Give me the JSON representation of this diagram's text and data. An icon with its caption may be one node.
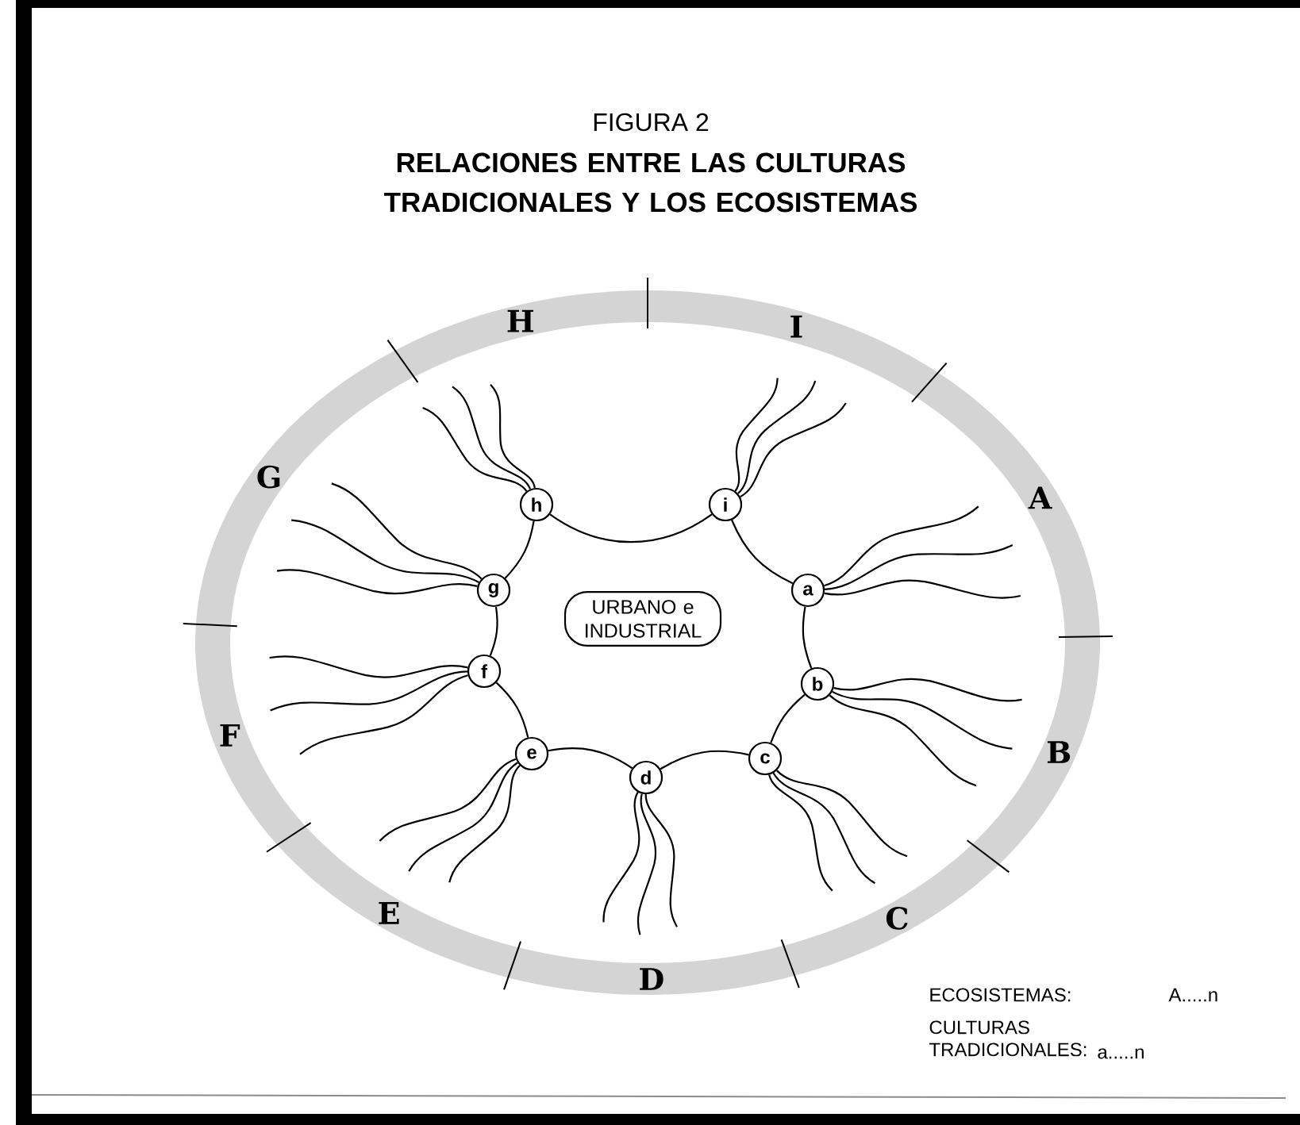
{
  "diagram": {
    "title": "RELACIONES ENTRE LAS CULTURAS TRADICIONALES Y LOS ECOSISTEMAS",
    "nodes": [
      {
        "text": [
          "A"
        ]
      },
      {
        "text": [
          "B"
        ]
      },
      {
        "text": [
          "C"
        ]
      },
      {
        "text": [
          "D"
        ]
      },
      {
        "text": [
          "E"
        ]
      },
      {
        "text": [
          "F"
        ]
      },
      {
        "text": [
          "G"
        ]
      },
      {
        "text": [
          "H"
        ]
      },
      {
        "text": [
          "I"
        ]
      },
      {
        "text": [
          "a"
        ]
      },
      {
        "text": [
          "b"
        ]
      },
      {
        "text": [
          "c"
        ]
      },
      {
        "text": [
          "d"
        ]
      },
      {
        "text": [
          "e"
        ]
      },
      {
        "text": [
          "f"
        ]
      },
      {
        "text": [
          "g"
        ]
      },
      {
        "text": [
          "h"
        ]
      },
      {
        "text": [
          "i"
        ]
      },
      {
        "text": [
          "URBANO e INDUSTRIAL"
        ]
      }
    ],
    "edges": [
      {
        "from": 9,
        "to": 10,
        "arrow": "none"
      },
      {
        "from": 10,
        "to": 11,
        "arrow": "none"
      },
      {
        "from": 11,
        "to": 12,
        "arrow": "none"
      },
      {
        "from": 12,
        "to": 13,
        "arrow": "none"
      },
      {
        "from": 13,
        "to": 14,
        "arrow": "none"
      },
      {
        "from": 14,
        "to": 15,
        "arrow": "none"
      },
      {
        "from": 15,
        "to": 16,
        "arrow": "none"
      },
      {
        "from": 16,
        "to": 17,
        "arrow": "none"
      },
      {
        "from": 17,
        "to": 9,
        "arrow": "none"
      },
      {
        "from": 9,
        "to": null,
        "arrow": "none"
      },
      {
        "from": 9,
        "to": null,
        "arrow": "none"
      },
      {
        "from": 9,
        "to": null,
        "arrow": "none"
      },
      {
        "from": 10,
        "to": null,
        "arrow": "none"
      },
      {
        "from": 10,
        "to": null,
        "arrow": "none"
      },
      {
        "from": 10,
        "to": null,
        "arrow": "none"
      },
      {
        "from": 11,
        "to": null,
        "arrow": "none"
      },
      {
        "from": 11,
        "to": null,
        "arrow": "none"
      },
      {
        "from": 11,
        "to": null,
        "arrow": "none"
      },
      {
        "from": 12,
        "to": null,
        "arrow": "none"
      },
      {
        "from": 12,
        "to": null,
        "arrow": "none"
      },
      {
        "from": 12,
        "to": null,
        "arrow": "none"
      },
      {
        "from": 13,
        "to": null,
        "arrow": "none"
      },
      {
        "from": 13,
        "to": null,
        "arrow": "none"
      },
      {
        "from": 13,
        "to": null,
        "arrow": "none"
      },
      {
        "from": 14,
        "to": null,
        "arrow": "none"
      },
      {
        "from": 14,
        "to": null,
        "arrow": "none"
      },
      {
        "from": 14,
        "to": null,
        "arrow": "none"
      },
      {
        "from": 15,
        "to": null,
        "arrow": "none"
      },
      {
        "from": 15,
        "to": null,
        "arrow": "none"
      },
      {
        "from": 15,
        "to": null,
        "arrow": "none"
      },
      {
        "from": 16,
        "to": null,
        "arrow": "none"
      },
      {
        "from": 16,
        "to": null,
        "arrow": "none"
      },
      {
        "from": 16,
        "to": null,
        "arrow": "none"
      },
      {
        "from": 17,
        "to": null,
        "arrow": "none"
      },
      {
        "from": 17,
        "to": null,
        "arrow": "none"
      },
      {
        "from": 17,
        "to": null,
        "arrow": "none"
      }
    ],
    "labels": [
      "FIGURA 2",
      "ECOSISTEMAS:",
      "A.....n",
      "CULTURAS TRADICIONALES:",
      "a.....n"
    ]
  }
}
